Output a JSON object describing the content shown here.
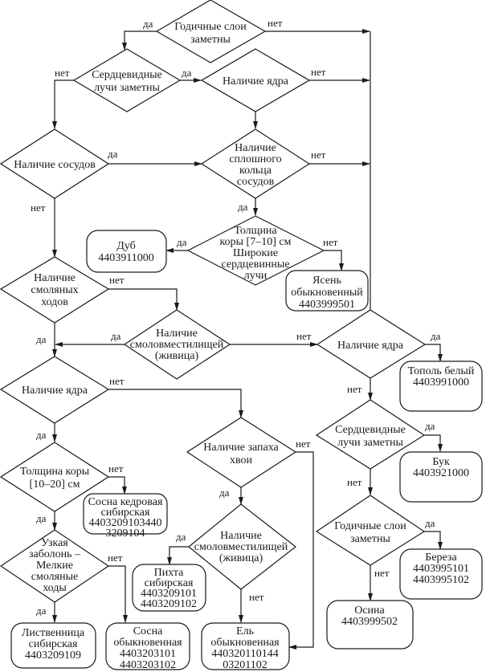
{
  "title": "Определитель пород древесины",
  "decisions": {
    "d1": [
      "Годичные слои",
      "заметны"
    ],
    "d2": [
      "Сердцевидные",
      "лучи заметны"
    ],
    "d3": [
      "Наличие ядра"
    ],
    "d4": [
      "Наличие сосудов"
    ],
    "d5": [
      "Наличие",
      "сплошного",
      "кольца",
      "сосудов"
    ],
    "d6": [
      "Толщина",
      "коры [7–10] см",
      "Широкие",
      "сердцевинные",
      "лучи"
    ],
    "d7": [
      "Наличие",
      "смоляных",
      "ходов"
    ],
    "d8": [
      "Наличие",
      "смоловместилищей",
      "(живица)"
    ],
    "d9": [
      "Наличие ядра"
    ],
    "d10": [
      "Наличие ядра"
    ],
    "d11": [
      "Сердцевидные",
      "лучи заметны"
    ],
    "d12": [
      "Толщина коры",
      "[10–20] см"
    ],
    "d13": [
      "Наличие запаха",
      "хвои"
    ],
    "d14": [
      "Годичные слои",
      "заметны"
    ],
    "d15": [
      "Наличие",
      "смоловместилищей",
      "(живица)"
    ],
    "d16": [
      "Узкая",
      "заболонь –",
      "Мелкие",
      "смоляные",
      "ходы"
    ]
  },
  "results": {
    "oak": [
      "Дуб",
      "4403911000"
    ],
    "ash": [
      "Ясень",
      "обыкновенный",
      "4403999501"
    ],
    "poplar": [
      "Тополь белый",
      "4403991000"
    ],
    "beech": [
      "Бук",
      "4403921000"
    ],
    "cedar_pine": [
      "Сосна кедровая",
      "сибирская",
      "4403209103440",
      "3209104"
    ],
    "birch": [
      "Береза",
      "4403995101",
      "4403995102"
    ],
    "fir": [
      "Пихта",
      "сибирская",
      "4403209101",
      "4403209102"
    ],
    "aspen": [
      "Осина",
      "4403999502"
    ],
    "larch": [
      "Лиственница",
      "сибирская",
      "4403209109"
    ],
    "scots_pine": [
      "Сосна",
      "обыкновенная",
      "4403203101",
      "4403203102"
    ],
    "spruce": [
      "Ель",
      "обыкновенная",
      "440320110144",
      "03201102"
    ]
  },
  "labels": {
    "yes": "да",
    "no": "нет"
  }
}
